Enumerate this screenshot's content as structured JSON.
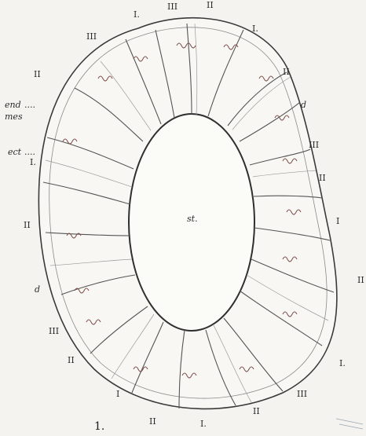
{
  "figure": {
    "number": "1.",
    "center_label": "st.",
    "side_labels": {
      "end": "end",
      "mes": "mes",
      "ect": "ect",
      "d": "d"
    },
    "roman": {
      "I": "I.",
      "I_plain": "I",
      "II": "II",
      "III": "III"
    }
  },
  "colors": {
    "ink": "#3a3a3a",
    "paper": "#f4f3ef",
    "red_tint": "#b07a76"
  }
}
